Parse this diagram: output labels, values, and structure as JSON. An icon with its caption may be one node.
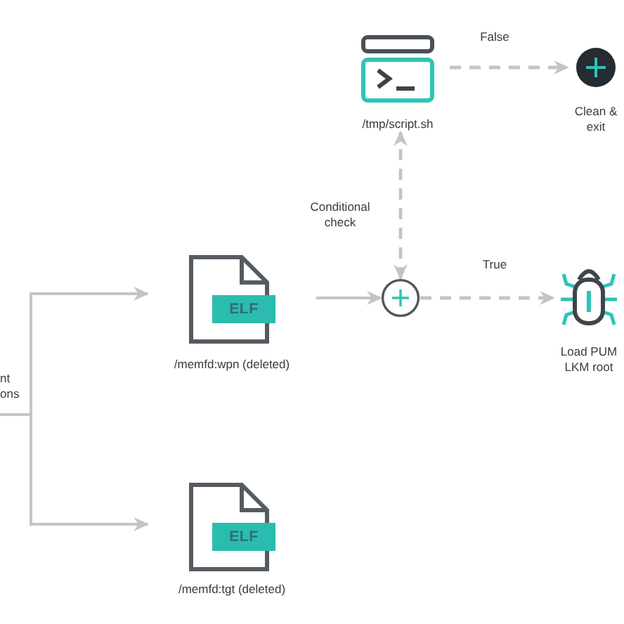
{
  "diagram": {
    "nodes": [
      {
        "text": [
          "/tmp/script.sh"
        ]
      },
      {
        "text": [
          "Clean & exit"
        ]
      },
      {
        "text": [
          "ELF",
          "/memfd:wpn (deleted)"
        ]
      },
      {
        "text": [],
        "shape": "circle"
      },
      {
        "text": [
          "Load PUM LKM root"
        ]
      },
      {
        "text": [
          "ELF",
          "/memfd:tgt (deleted)"
        ]
      }
    ],
    "edges": [
      {
        "from": 0,
        "to": 1,
        "arrow": "to",
        "label": "False",
        "style": "dashed"
      },
      {
        "from": 3,
        "to": 0,
        "arrow": "both",
        "label": "Conditional check",
        "style": "dashed"
      },
      {
        "from": null,
        "to": 2,
        "arrow": "to"
      },
      {
        "from": 2,
        "to": 3,
        "arrow": "to"
      },
      {
        "from": 3,
        "to": 4,
        "arrow": "to",
        "label": "True",
        "style": "dashed"
      },
      {
        "from": null,
        "to": 5,
        "arrow": "to"
      }
    ],
    "labels": [
      "nt ons"
    ]
  }
}
